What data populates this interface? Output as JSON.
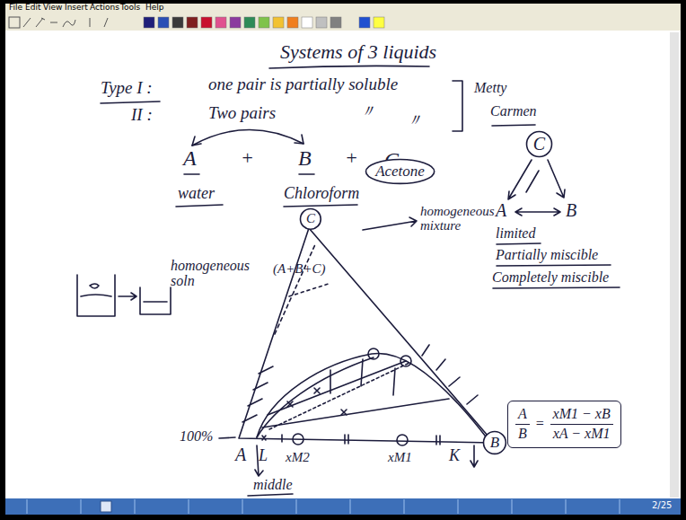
{
  "diagram": {
    "title": "Systems of 3 liquids",
    "nodes": [
      {
        "text": [
          "C"
        ]
      },
      {
        "text": [
          "Acetone"
        ]
      },
      {
        "text": [
          "C"
        ]
      },
      {
        "text": [
          "A",
          "B",
          "=",
          "xM1 − xB",
          "xA − xM1"
        ]
      },
      {
        "text": [
          "B"
        ]
      }
    ],
    "labels": [
      "File",
      "Edit",
      "View",
      "Insert",
      "Actions",
      "Tools",
      "Help",
      "Type I :",
      "one pair is partially soluble",
      "II :",
      "Two pairs",
      "〃",
      "〃",
      "Metty",
      "Carmen",
      "A",
      "+",
      "B",
      "+",
      "C",
      "water",
      "Chloroform",
      "A",
      "B",
      "limited",
      "Partially miscible",
      "Completely miscible",
      "homogeneous mixture",
      "(A+B+C)",
      "homogeneous soln",
      "100%",
      "A",
      "L",
      "xM2",
      "xM1",
      "K",
      "middle",
      "2/25"
    ]
  }
}
